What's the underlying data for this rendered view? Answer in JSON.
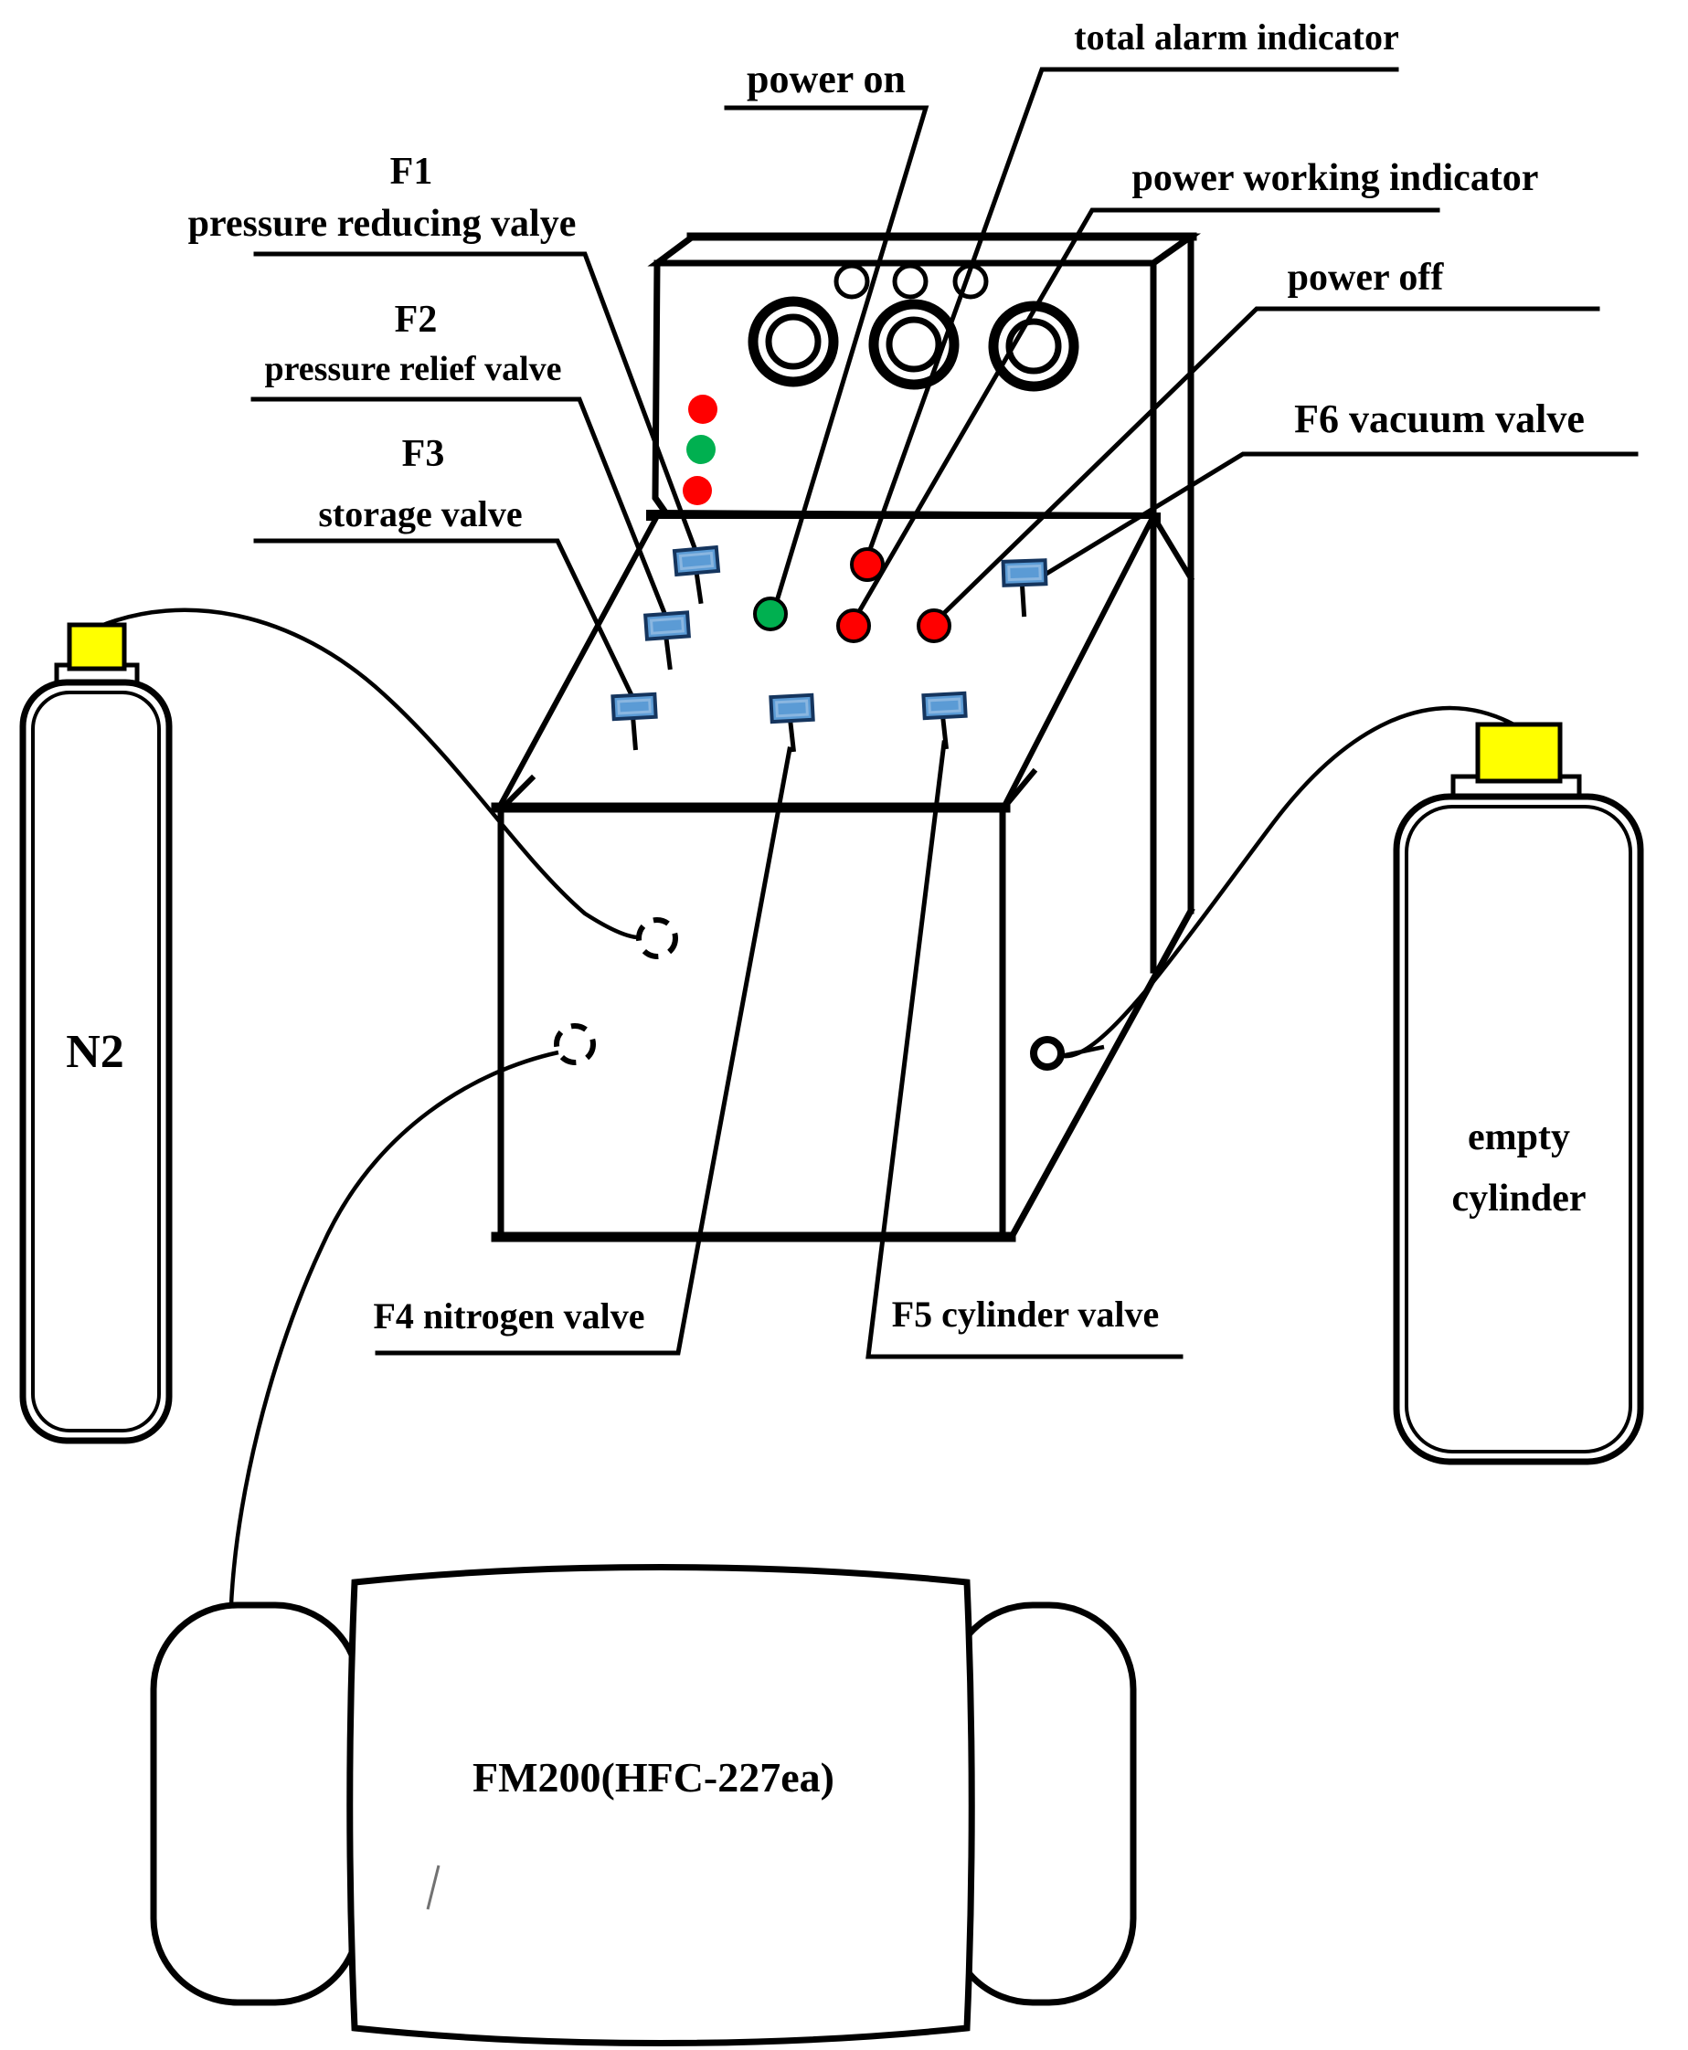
{
  "diagram_type": "equipment-schematic",
  "subject": "FM200 fire-suppression agent filling machine diagram",
  "colors": {
    "line": "#000000",
    "valve_handle_fill": "#5b9bd5",
    "valve_handle_border": "#15355e",
    "indicator_red": "#ff0000",
    "indicator_green": "#00b050",
    "cylinder_cap_yellow": "#ffff00",
    "background": "#ffffff"
  },
  "labels": {
    "power_on": "power on",
    "total_alarm": "total alarm indicator",
    "power_working": "power working indicator",
    "power_off": "power off",
    "f1_id": "F1",
    "f1_name": "pressure reducing valye",
    "f2_id": "F2",
    "f2_name": "pressure relief valve",
    "f3_id": "F3",
    "f3_name": "storage valve",
    "f4_name": "F4 nitrogen valve",
    "f5_name": "F5 cylinder valve",
    "f6_name": "F6  vacuum valve",
    "n2": "N2",
    "empty_line1": "empty",
    "empty_line2": "cylinder",
    "fm200": "FM200(HFC-227ea)"
  },
  "legend": {
    "valve_handles": [
      "F1",
      "F2",
      "F3",
      "F4",
      "F5",
      "F6"
    ],
    "panel_buttons": [
      "green: power on",
      "red: total alarm indicator",
      "red: power working indicator",
      "red: power off"
    ],
    "front_lights": [
      "red",
      "green",
      "red"
    ],
    "gauges_count": 3,
    "small_ports_count": 3
  }
}
